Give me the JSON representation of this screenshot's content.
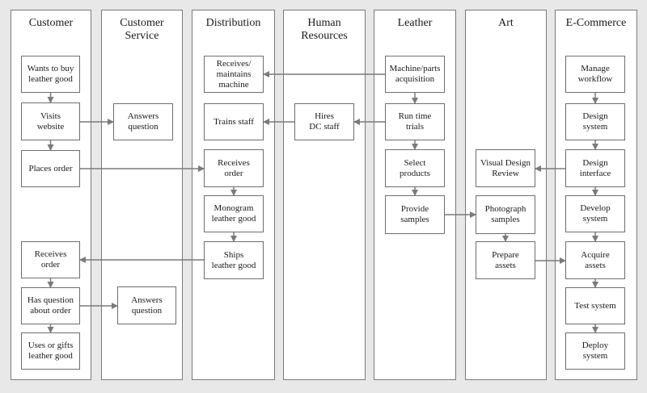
{
  "lanes": [
    {
      "id": "customer",
      "title": "Customer"
    },
    {
      "id": "customer-service",
      "title": "Customer\nService"
    },
    {
      "id": "distribution",
      "title": "Distribution"
    },
    {
      "id": "human-resources",
      "title": "Human\nResources"
    },
    {
      "id": "leather",
      "title": "Leather"
    },
    {
      "id": "art",
      "title": "Art"
    },
    {
      "id": "ecommerce",
      "title": "E-Commerce"
    }
  ],
  "nodes": [
    {
      "id": "c1",
      "lane": "customer",
      "label": "Wants to buy\nleather good"
    },
    {
      "id": "c2",
      "lane": "customer",
      "label": "Visits\nwebsite"
    },
    {
      "id": "c3",
      "lane": "customer",
      "label": "Places order"
    },
    {
      "id": "c4",
      "lane": "customer",
      "label": "Receives\norder"
    },
    {
      "id": "c5",
      "lane": "customer",
      "label": "Has question\nabout order"
    },
    {
      "id": "c6",
      "lane": "customer",
      "label": "Uses or gifts\nleather good"
    },
    {
      "id": "cs1",
      "lane": "customer-service",
      "label": "Answers\nquestion"
    },
    {
      "id": "cs2",
      "lane": "customer-service",
      "label": "Answers\nquestion"
    },
    {
      "id": "d1",
      "lane": "distribution",
      "label": "Receives/\nmaintains\nmachine"
    },
    {
      "id": "d2",
      "lane": "distribution",
      "label": "Trains staff"
    },
    {
      "id": "d3",
      "lane": "distribution",
      "label": "Receives\norder"
    },
    {
      "id": "d4",
      "lane": "distribution",
      "label": "Monogram\nleather good"
    },
    {
      "id": "d5",
      "lane": "distribution",
      "label": "Ships\nleather good"
    },
    {
      "id": "hr1",
      "lane": "human-resources",
      "label": "Hires\nDC staff"
    },
    {
      "id": "l1",
      "lane": "leather",
      "label": "Machine/parts\nacquisition"
    },
    {
      "id": "l2",
      "lane": "leather",
      "label": "Run time\ntrials"
    },
    {
      "id": "l3",
      "lane": "leather",
      "label": "Select\nproducts"
    },
    {
      "id": "l4",
      "lane": "leather",
      "label": "Provide\nsamples"
    },
    {
      "id": "a1",
      "lane": "art",
      "label": "Visual Design\nReview"
    },
    {
      "id": "a2",
      "lane": "art",
      "label": "Photograph\nsamples"
    },
    {
      "id": "a3",
      "lane": "art",
      "label": "Prepare\nassets"
    },
    {
      "id": "e1",
      "lane": "ecommerce",
      "label": "Manage\nworkflow"
    },
    {
      "id": "e2",
      "lane": "ecommerce",
      "label": "Design\nsystem"
    },
    {
      "id": "e3",
      "lane": "ecommerce",
      "label": "Design\ninterface"
    },
    {
      "id": "e4",
      "lane": "ecommerce",
      "label": "Develop\nsystem"
    },
    {
      "id": "e5",
      "lane": "ecommerce",
      "label": "Acquire\nassets"
    },
    {
      "id": "e6",
      "lane": "ecommerce",
      "label": "Test system"
    },
    {
      "id": "e7",
      "lane": "ecommerce",
      "label": "Deploy\nsystem"
    }
  ],
  "edges": [
    {
      "from": "c1",
      "to": "c2"
    },
    {
      "from": "c2",
      "to": "c3"
    },
    {
      "from": "c2",
      "to": "cs1"
    },
    {
      "from": "c3",
      "to": "d3"
    },
    {
      "from": "c4",
      "to": "c5"
    },
    {
      "from": "c5",
      "to": "c6"
    },
    {
      "from": "c5",
      "to": "cs2"
    },
    {
      "from": "d3",
      "to": "d4"
    },
    {
      "from": "d4",
      "to": "d5"
    },
    {
      "from": "d5",
      "to": "c4"
    },
    {
      "from": "hr1",
      "to": "d2"
    },
    {
      "from": "l1",
      "to": "d1"
    },
    {
      "from": "l1",
      "to": "l2"
    },
    {
      "from": "l2",
      "to": "hr1"
    },
    {
      "from": "l2",
      "to": "l3"
    },
    {
      "from": "l3",
      "to": "l4"
    },
    {
      "from": "l4",
      "to": "a2"
    },
    {
      "from": "a2",
      "to": "a3"
    },
    {
      "from": "a3",
      "to": "e5"
    },
    {
      "from": "e1",
      "to": "e2"
    },
    {
      "from": "e2",
      "to": "e3"
    },
    {
      "from": "e3",
      "to": "a1"
    },
    {
      "from": "e3",
      "to": "e4"
    },
    {
      "from": "e4",
      "to": "e5"
    },
    {
      "from": "e5",
      "to": "e6"
    },
    {
      "from": "e6",
      "to": "e7"
    }
  ],
  "colors": {
    "background": "#e8e8e8",
    "lane": "#ffffff",
    "border": "#6e6e6e",
    "arrow": "#7a7a7a"
  }
}
